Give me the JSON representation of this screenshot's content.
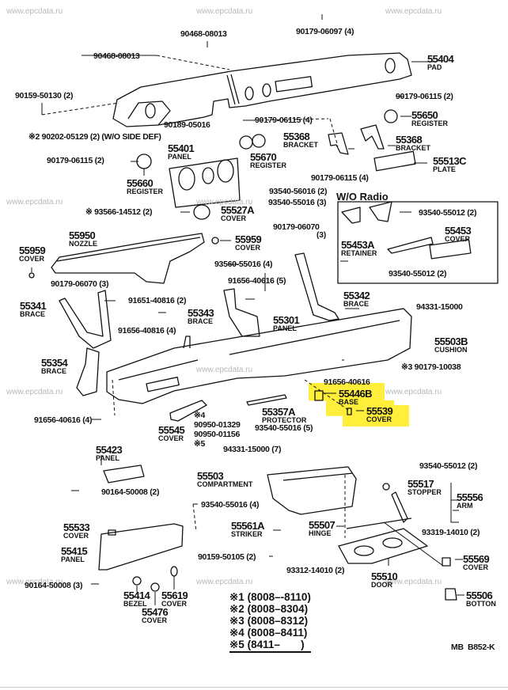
{
  "watermark": "www.epcdata.ru",
  "diagram_code": "MB  B852-K",
  "box_title": "W/O Radio",
  "highlight_color": "#ffef3a",
  "parts": {
    "p90468_a": {
      "num": "90468-08013"
    },
    "p90468_b": {
      "num": "90468-08013"
    },
    "p90179_06097": {
      "num": "90179-06097 (4)"
    },
    "p55404": {
      "num": "55404",
      "name": "PAD"
    },
    "p90159_50130": {
      "num": "90159-50130 (2)"
    },
    "p90179_06115_r": {
      "num": "90179-06115 (2)"
    },
    "p55650": {
      "num": "55650",
      "name": "REGISTER"
    },
    "p90189": {
      "num": "90189-05016"
    },
    "p90179_06115_4": {
      "num": "90179-06115 (4)"
    },
    "p90202": {
      "num": "※2 90202-05129 (2) (W/O SIDE DEF)"
    },
    "p55401": {
      "num": "55401",
      "name": "PANEL"
    },
    "p55368_a": {
      "num": "55368",
      "name": "BRACKET"
    },
    "p55368_b": {
      "num": "55368",
      "name": "BRACKET"
    },
    "p90179_06115_l": {
      "num": "90179-06115 (2)"
    },
    "p55670": {
      "num": "55670",
      "name": "REGISTER"
    },
    "p55513c": {
      "num": "55513C",
      "name": "PLATE"
    },
    "p55660": {
      "num": "55660",
      "name": "REGISTER"
    },
    "p90179_06115_b": {
      "num": "90179-06115 (4)"
    },
    "p93540_56016": {
      "num": "93540-56016 (2)"
    },
    "p93540_55016_3": {
      "num": "93540-55016 (3)"
    },
    "p93566": {
      "num": "※ 93566-14512 (2)"
    },
    "p55527a": {
      "num": "55527A",
      "name": "COVER"
    },
    "p93540_55012_a": {
      "num": "93540-55012 (2)"
    },
    "p90179_06070_r": {
      "num": "90179-06070",
      "qty": "(3)"
    },
    "p55950": {
      "num": "55950",
      "name": "NOZZLE"
    },
    "p55959_l": {
      "num": "55959",
      "name": "COVER"
    },
    "p55959_r": {
      "num": "55959",
      "name": "COVER"
    },
    "p55453": {
      "num": "55453",
      "name": "COVER"
    },
    "p55453a": {
      "num": "55453A",
      "name": "RETAINER"
    },
    "p93560": {
      "num": "93560-55016 (4)"
    },
    "p93540_55012_b": {
      "num": "93540-55012 (2)"
    },
    "p90179_06070_l": {
      "num": "90179-06070 (3)"
    },
    "p91656_40616_5": {
      "num": "91656-40616 (5)"
    },
    "p55342": {
      "num": "55342",
      "name": "BRACE"
    },
    "p55341": {
      "num": "55341",
      "name": "BRACE"
    },
    "p91651": {
      "num": "91651-40816 (2)"
    },
    "p55343": {
      "num": "55343",
      "name": "BRACE"
    },
    "p94331_r": {
      "num": "94331-15000"
    },
    "p91656_40816": {
      "num": "91656-40816 (4)"
    },
    "p55301": {
      "num": "55301",
      "name": "PANEL"
    },
    "p55503b": {
      "num": "55503B",
      "name": "CUSHION"
    },
    "p55354": {
      "num": "55354",
      "name": "BRACE"
    },
    "p90179_10038": {
      "num": "※3  90179-10038"
    },
    "p91656_40616": {
      "num": "91656-40616"
    },
    "p55446b": {
      "num": "55446B",
      "name": "BASE"
    },
    "p91656_40616_4": {
      "num": "91656-40616 (4)"
    },
    "p55357a": {
      "num": "55357A",
      "name": "PROTECTOR"
    },
    "p55539": {
      "num": "55539",
      "name": "COVER"
    },
    "p90950": {
      "star4": "※4",
      "num1": "90950-01329",
      "num2": "90950-01156",
      "star5": "※5"
    },
    "p55545": {
      "num": "55545",
      "name": "COVER"
    },
    "p93540_55016_5": {
      "num": "93540-55016 (5)"
    },
    "p55423": {
      "num": "55423",
      "name": "PANEL"
    },
    "p94331_7": {
      "num": "94331-15000 (7)"
    },
    "p93540_55012_c": {
      "num": "93540-55012 (2)"
    },
    "p55503": {
      "num": "55503",
      "name": "COMPARTMENT"
    },
    "p90164_2": {
      "num": "90164-50008 (2)"
    },
    "p55517": {
      "num": "55517",
      "name": "STOPPER"
    },
    "p55556": {
      "num": "55556",
      "name": "ARM"
    },
    "p93540_55016_4": {
      "num": "93540-55016 (4)"
    },
    "p55533": {
      "num": "55533",
      "name": "COVER"
    },
    "p55561a": {
      "num": "55561A",
      "name": "STRIKER"
    },
    "p55507": {
      "num": "55507",
      "name": "HINGE"
    },
    "p93319": {
      "num": "93319-14010 (2)"
    },
    "p55415": {
      "num": "55415",
      "name": "PANEL"
    },
    "p90159_50105": {
      "num": "90159-50105 (2)"
    },
    "p55569": {
      "num": "55569",
      "name": "COVER"
    },
    "p93312": {
      "num": "93312-14010 (2)"
    },
    "p55510": {
      "num": "55510",
      "name": "DOOR"
    },
    "p90164_3": {
      "num": "90164-50008 (3)"
    },
    "p55414": {
      "num": "55414",
      "name": "BEZEL"
    },
    "p55619": {
      "num": "55619",
      "name": "COVER"
    },
    "p55506": {
      "num": "55506",
      "name": "BOTTON"
    },
    "p55476": {
      "num": "55476",
      "name": "COVER"
    }
  },
  "legend": [
    "※1 (8008–-8110)",
    "※2 (8008–8304)",
    "※3 (8008–8312)",
    "※4 (8008–8411)",
    "※5 (8411–       )"
  ]
}
